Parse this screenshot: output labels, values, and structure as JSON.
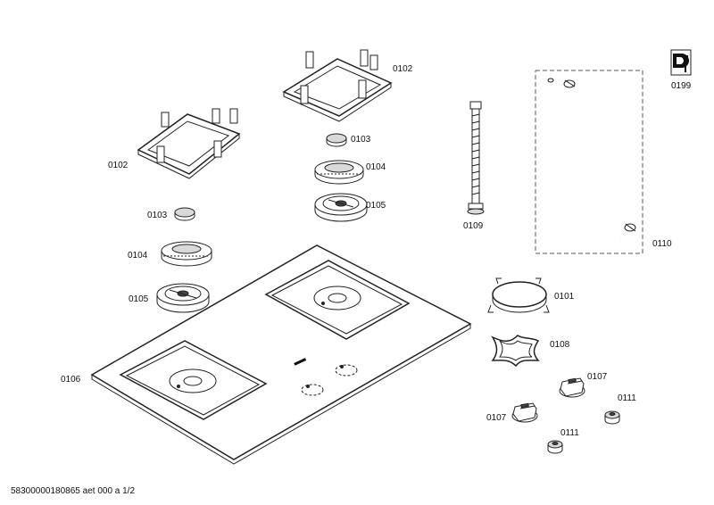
{
  "labels": {
    "p0101": "0101",
    "p0102_left": "0102",
    "p0102_top": "0102",
    "p0103_left": "0103",
    "p0103_top": "0103",
    "p0104_left": "0104",
    "p0104_top": "0104",
    "p0105_left": "0105",
    "p0105_top": "0105",
    "p0106": "0106",
    "p0107_left": "0107",
    "p0107_right": "0107",
    "p0108": "0108",
    "p0109": "0109",
    "p0110": "0110",
    "p0111_left": "0111",
    "p0111_right": "0111",
    "p0199": "0199"
  },
  "footer": {
    "document_id": "58300000180865 aet 000 a 1/2"
  },
  "icons": {
    "service": "wrench-icon"
  }
}
